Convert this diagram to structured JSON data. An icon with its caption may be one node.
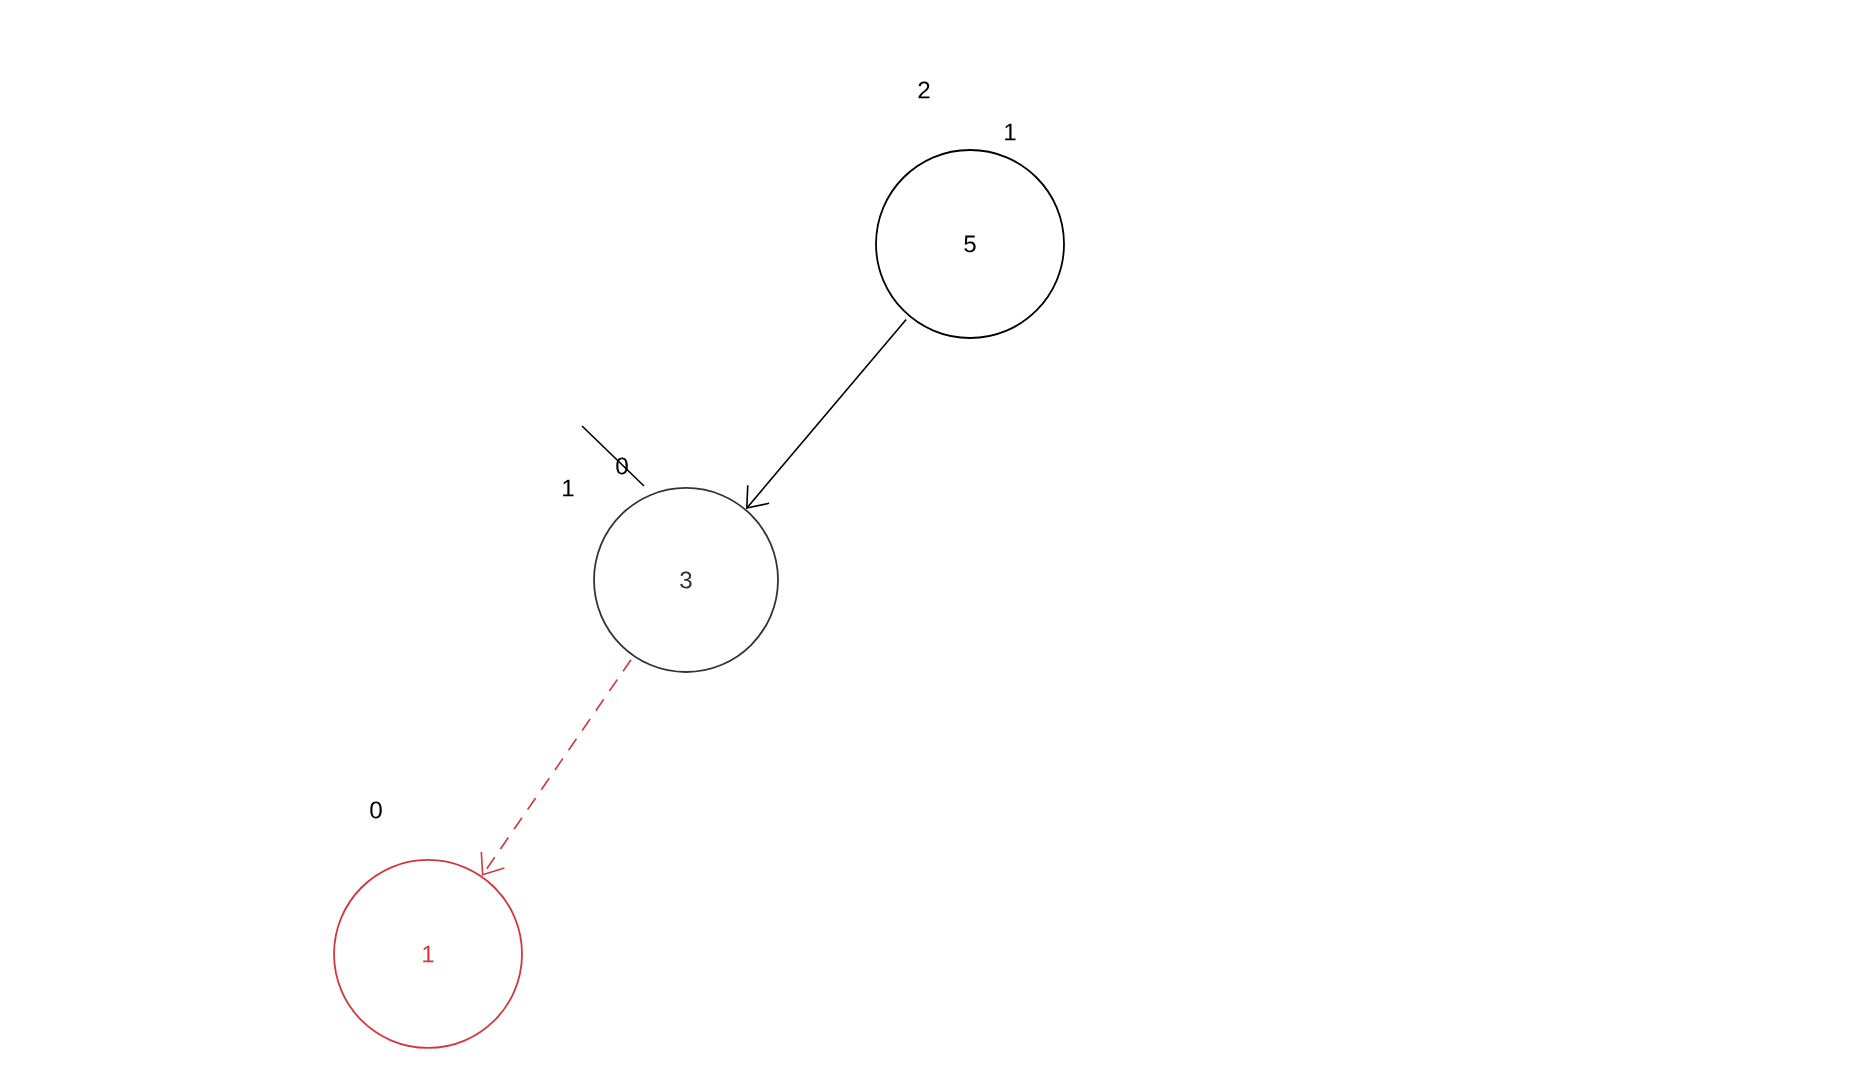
{
  "diagram": {
    "nodes": [
      {
        "text": [
          "5"
        ]
      },
      {
        "text": [
          "3"
        ]
      },
      {
        "text": [
          "1"
        ]
      }
    ],
    "edges": [
      {
        "from": 0,
        "to": 1,
        "arrow": "to"
      },
      {
        "from": 1,
        "to": 2,
        "arrow": "to",
        "style": "dashed",
        "color": "#d0393b"
      }
    ],
    "labels": [
      "2",
      "1",
      "0",
      "1",
      "0"
    ]
  }
}
